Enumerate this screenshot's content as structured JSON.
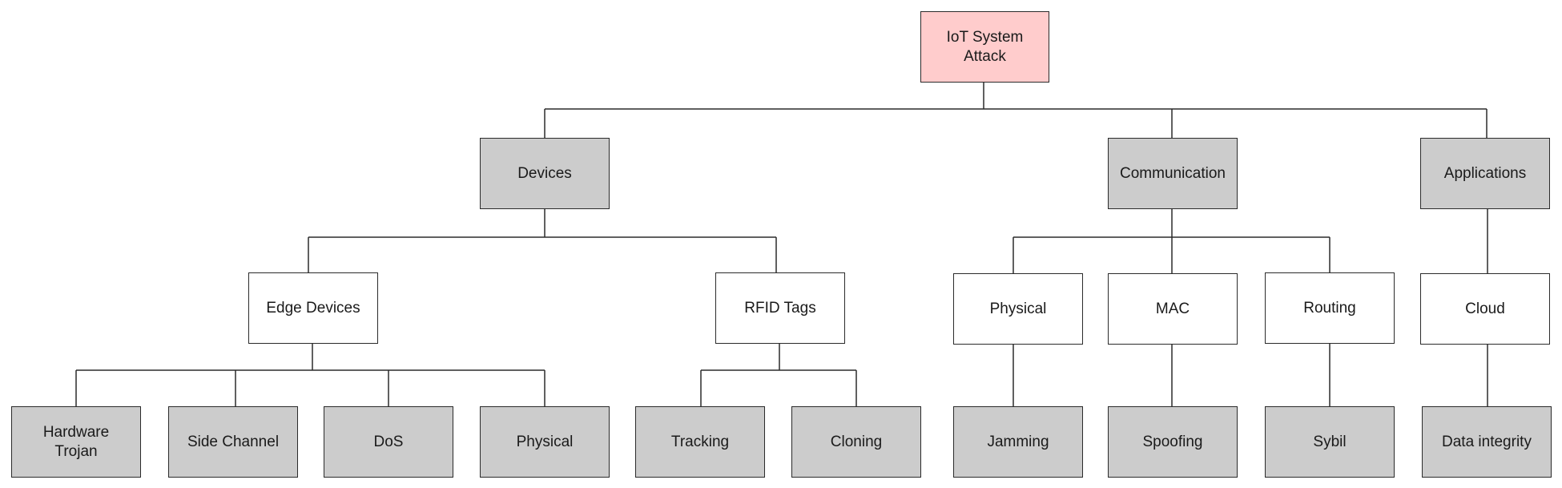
{
  "diagram": {
    "root": {
      "label": "IoT System\nAttack",
      "fill": "#ffcccc"
    },
    "categories": {
      "devices": "Devices",
      "communication": "Communication",
      "applications": "Applications"
    },
    "subcategories": {
      "edge_devices": "Edge Devices",
      "rfid_tags": "RFID Tags",
      "physical_layer": "Physical",
      "mac": "MAC",
      "routing": "Routing",
      "cloud": "Cloud"
    },
    "attacks": {
      "hardware_trojan": "Hardware\nTrojan",
      "side_channel": "Side Channel",
      "dos": "DoS",
      "physical": "Physical",
      "tracking": "Tracking",
      "cloning": "Cloning",
      "jamming": "Jamming",
      "spoofing": "Spoofing",
      "sybil": "Sybil",
      "data_integrity": "Data integrity"
    },
    "colors": {
      "category_fill": "#cccccc",
      "subcategory_fill": "#ffffff",
      "attack_fill": "#cccccc",
      "line": "#2b2b2b"
    }
  }
}
